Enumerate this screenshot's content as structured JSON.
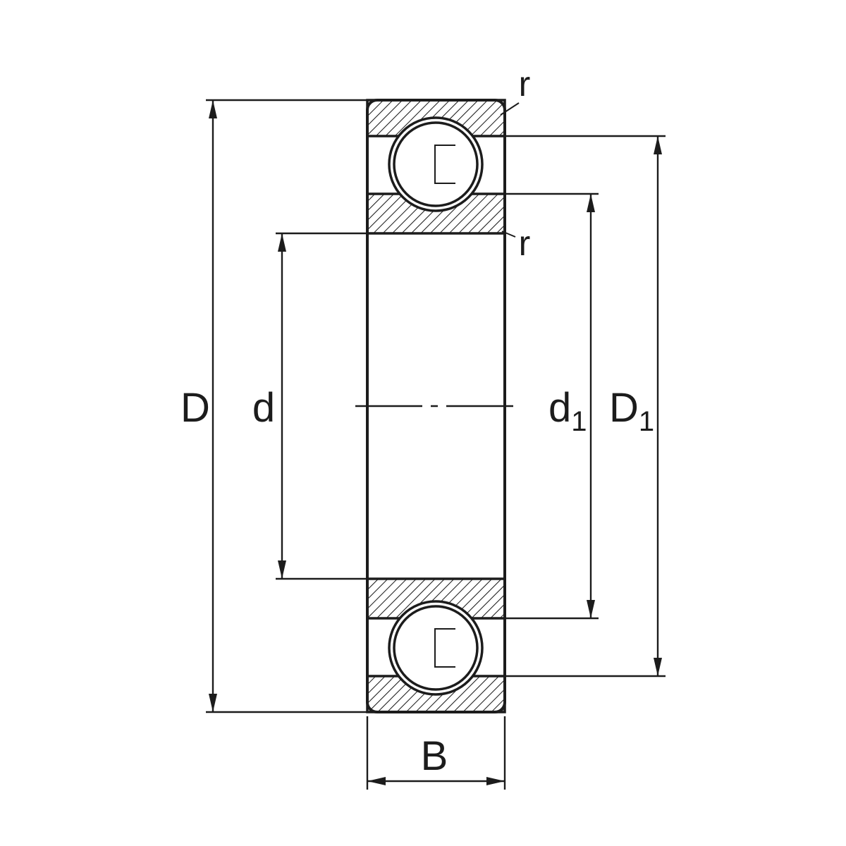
{
  "drawing": {
    "subject": "Deep groove ball bearing sectional technical drawing",
    "background_color": "#ffffff",
    "line_color": "#1c1c1c"
  },
  "labels": {
    "outer_diameter": "D",
    "bore_diameter": "d",
    "inner_shoulder_main": "d",
    "inner_shoulder_sub": "1",
    "outer_shoulder_main": "D",
    "outer_shoulder_sub": "1",
    "width": "B",
    "chamfer_outer": "r",
    "chamfer_inner": "r"
  }
}
